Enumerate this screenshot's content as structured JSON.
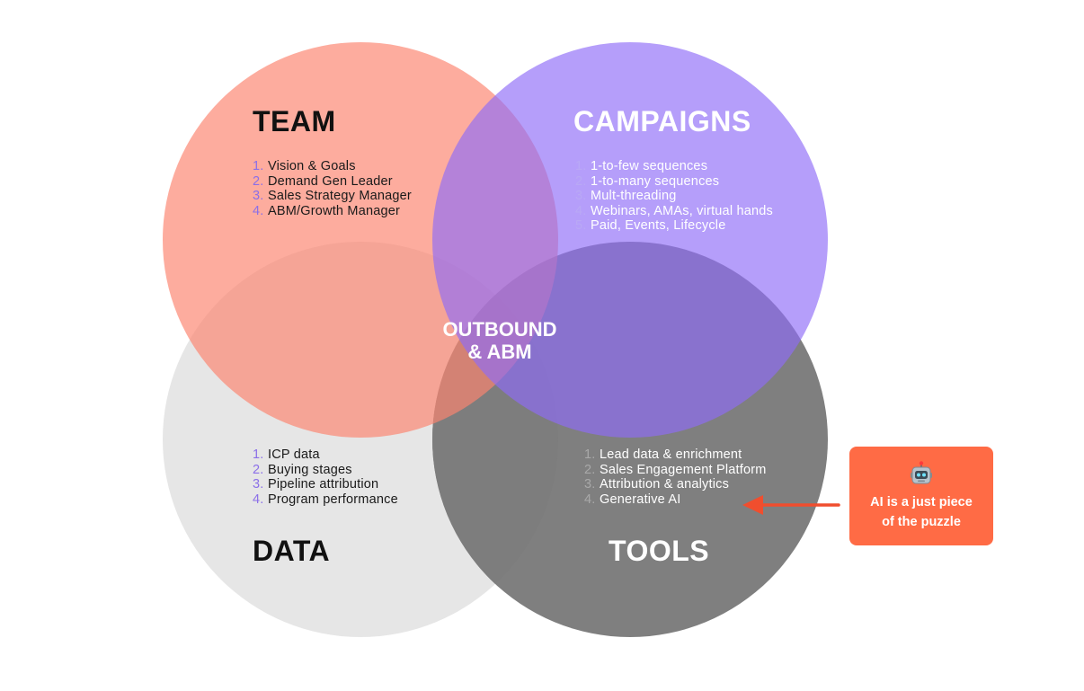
{
  "diagram": {
    "center_label": [
      "OUTBOUND",
      "& ABM"
    ],
    "circles": {
      "team": {
        "title": "TEAM",
        "color": "#fc8d7a",
        "items": [
          {
            "num": "1.",
            "text": "Vision & Goals"
          },
          {
            "num": "2.",
            "text": "Demand Gen Leader"
          },
          {
            "num": "3.",
            "text": "Sales Strategy Manager"
          },
          {
            "num": "4.",
            "text": "ABM/Growth Manager"
          }
        ]
      },
      "campaigns": {
        "title": "CAMPAIGNS",
        "color": "#9b7ff6",
        "items": [
          {
            "num": "1.",
            "text": "1-to-few sequences"
          },
          {
            "num": "2.",
            "text": "1-to-many sequences"
          },
          {
            "num": "3.",
            "text": "Mult-threading"
          },
          {
            "num": "4.",
            "text": "Webinars, AMAs, virtual hands"
          },
          {
            "num": "5.",
            "text": "Paid, Events, Lifecycle"
          }
        ]
      },
      "data": {
        "title": "DATA",
        "color": "#e6e6e6",
        "items": [
          {
            "num": "1.",
            "text": "ICP data"
          },
          {
            "num": "2.",
            "text": "Buying stages"
          },
          {
            "num": "3.",
            "text": "Pipeline attribution"
          },
          {
            "num": "4.",
            "text": "Program performance"
          }
        ]
      },
      "tools": {
        "title": "TOOLS",
        "color": "#7f7f7f",
        "items": [
          {
            "num": "1.",
            "text": "Lead data & enrichment"
          },
          {
            "num": "2.",
            "text": "Sales Engagement Platform"
          },
          {
            "num": "3.",
            "text": "Attribution & analytics"
          },
          {
            "num": "4.",
            "text": "Generative AI"
          }
        ]
      }
    }
  },
  "callout": {
    "icon": "robot-icon",
    "lines": [
      "AI is a just piece",
      "of the puzzle"
    ],
    "color": "#ff6b45"
  }
}
